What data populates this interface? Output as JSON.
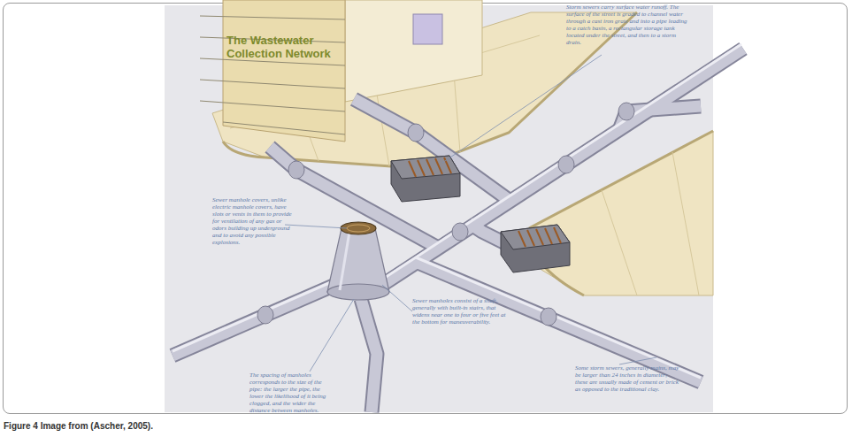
{
  "diagram": {
    "title": "The Wastewater Collection Network",
    "caption": "Figure 4 Image from (Ascher, 2005).",
    "labels": [
      "Storm sewers carry surface water runoff. The surface of the street is graded to channel water through a cast iron grate and into a pipe leading to a catch basin, a rectangular storage tank located under the street, and then to a storm drain.",
      "Sewer manhole covers, unlike electric manhole covers, have slots or vents in them to provide for ventilation of any gas or odors building up underground and to avoid any possible explosions.",
      "Sewer manholes consist of a shaft, generally with built-in stairs, that widens near one to four or five feet at the bottom for maneuverability.",
      "The spacing of manholes corresponds to the size of the pipe: the larger the pipe, the lower the likelihood of it being clogged, and the wider the distance between manholes.",
      "Some storm sewers, generally mains, may be larger than 24 inches in diameter; these are usually made of cement or brick as opposed to the traditional clay."
    ]
  }
}
